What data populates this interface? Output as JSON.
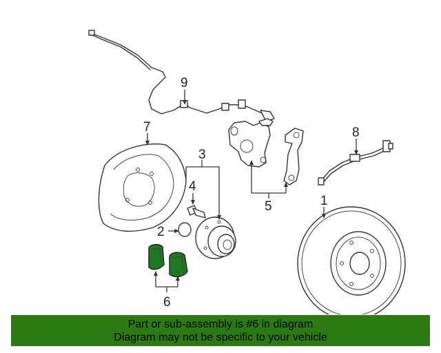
{
  "diagram": {
    "callouts": [
      {
        "id": "1",
        "part": "brake-rotor"
      },
      {
        "id": "2",
        "part": "o-ring"
      },
      {
        "id": "3",
        "part": "wheel-hub"
      },
      {
        "id": "4",
        "part": "hub-bolt"
      },
      {
        "id": "5",
        "part": "caliper-assembly"
      },
      {
        "id": "6",
        "part": "brake-pads",
        "highlighted": true,
        "color": "#1e7a1e"
      },
      {
        "id": "7",
        "part": "splash-shield"
      },
      {
        "id": "8",
        "part": "brake-hose"
      },
      {
        "id": "9",
        "part": "abs-sensor"
      }
    ]
  },
  "banner": {
    "line1": "Part or sub-assembly is #6 in diagram",
    "line2": "Diagram may not be specific to your vehicle",
    "background_color": "#2b7a12"
  }
}
